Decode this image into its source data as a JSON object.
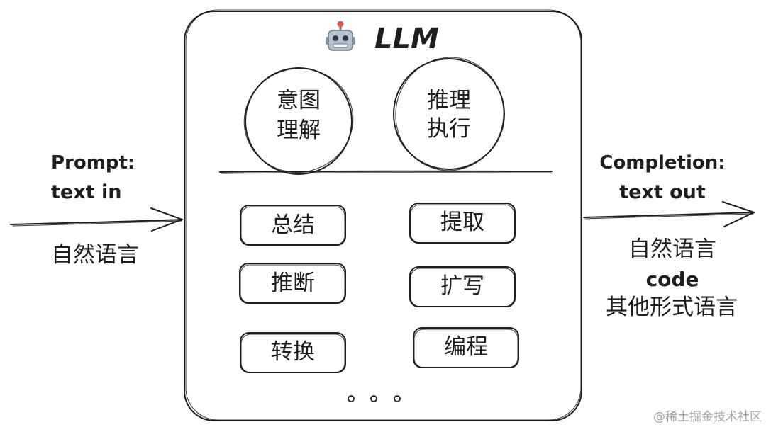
{
  "title": {
    "icon": "robot-icon",
    "text": "LLM"
  },
  "input": {
    "label": [
      "Prompt:",
      "text in"
    ],
    "format": "自然语言"
  },
  "output": {
    "label": [
      "Completion:",
      "text out"
    ],
    "formats": [
      "自然语言",
      "code",
      "其他形式语言"
    ]
  },
  "capabilities": {
    "core": [
      {
        "lines": [
          "意图",
          "理解"
        ]
      },
      {
        "lines": [
          "推理",
          "执行"
        ]
      }
    ],
    "tasks": [
      "总结",
      "提取",
      "推断",
      "扩写",
      "转换",
      "编程"
    ]
  },
  "watermark": "@稀土掘金技术社区",
  "colors": {
    "stroke": "#1e1e1e",
    "hatch": "#c9c9c9",
    "watermark": "#a3a3a3"
  }
}
